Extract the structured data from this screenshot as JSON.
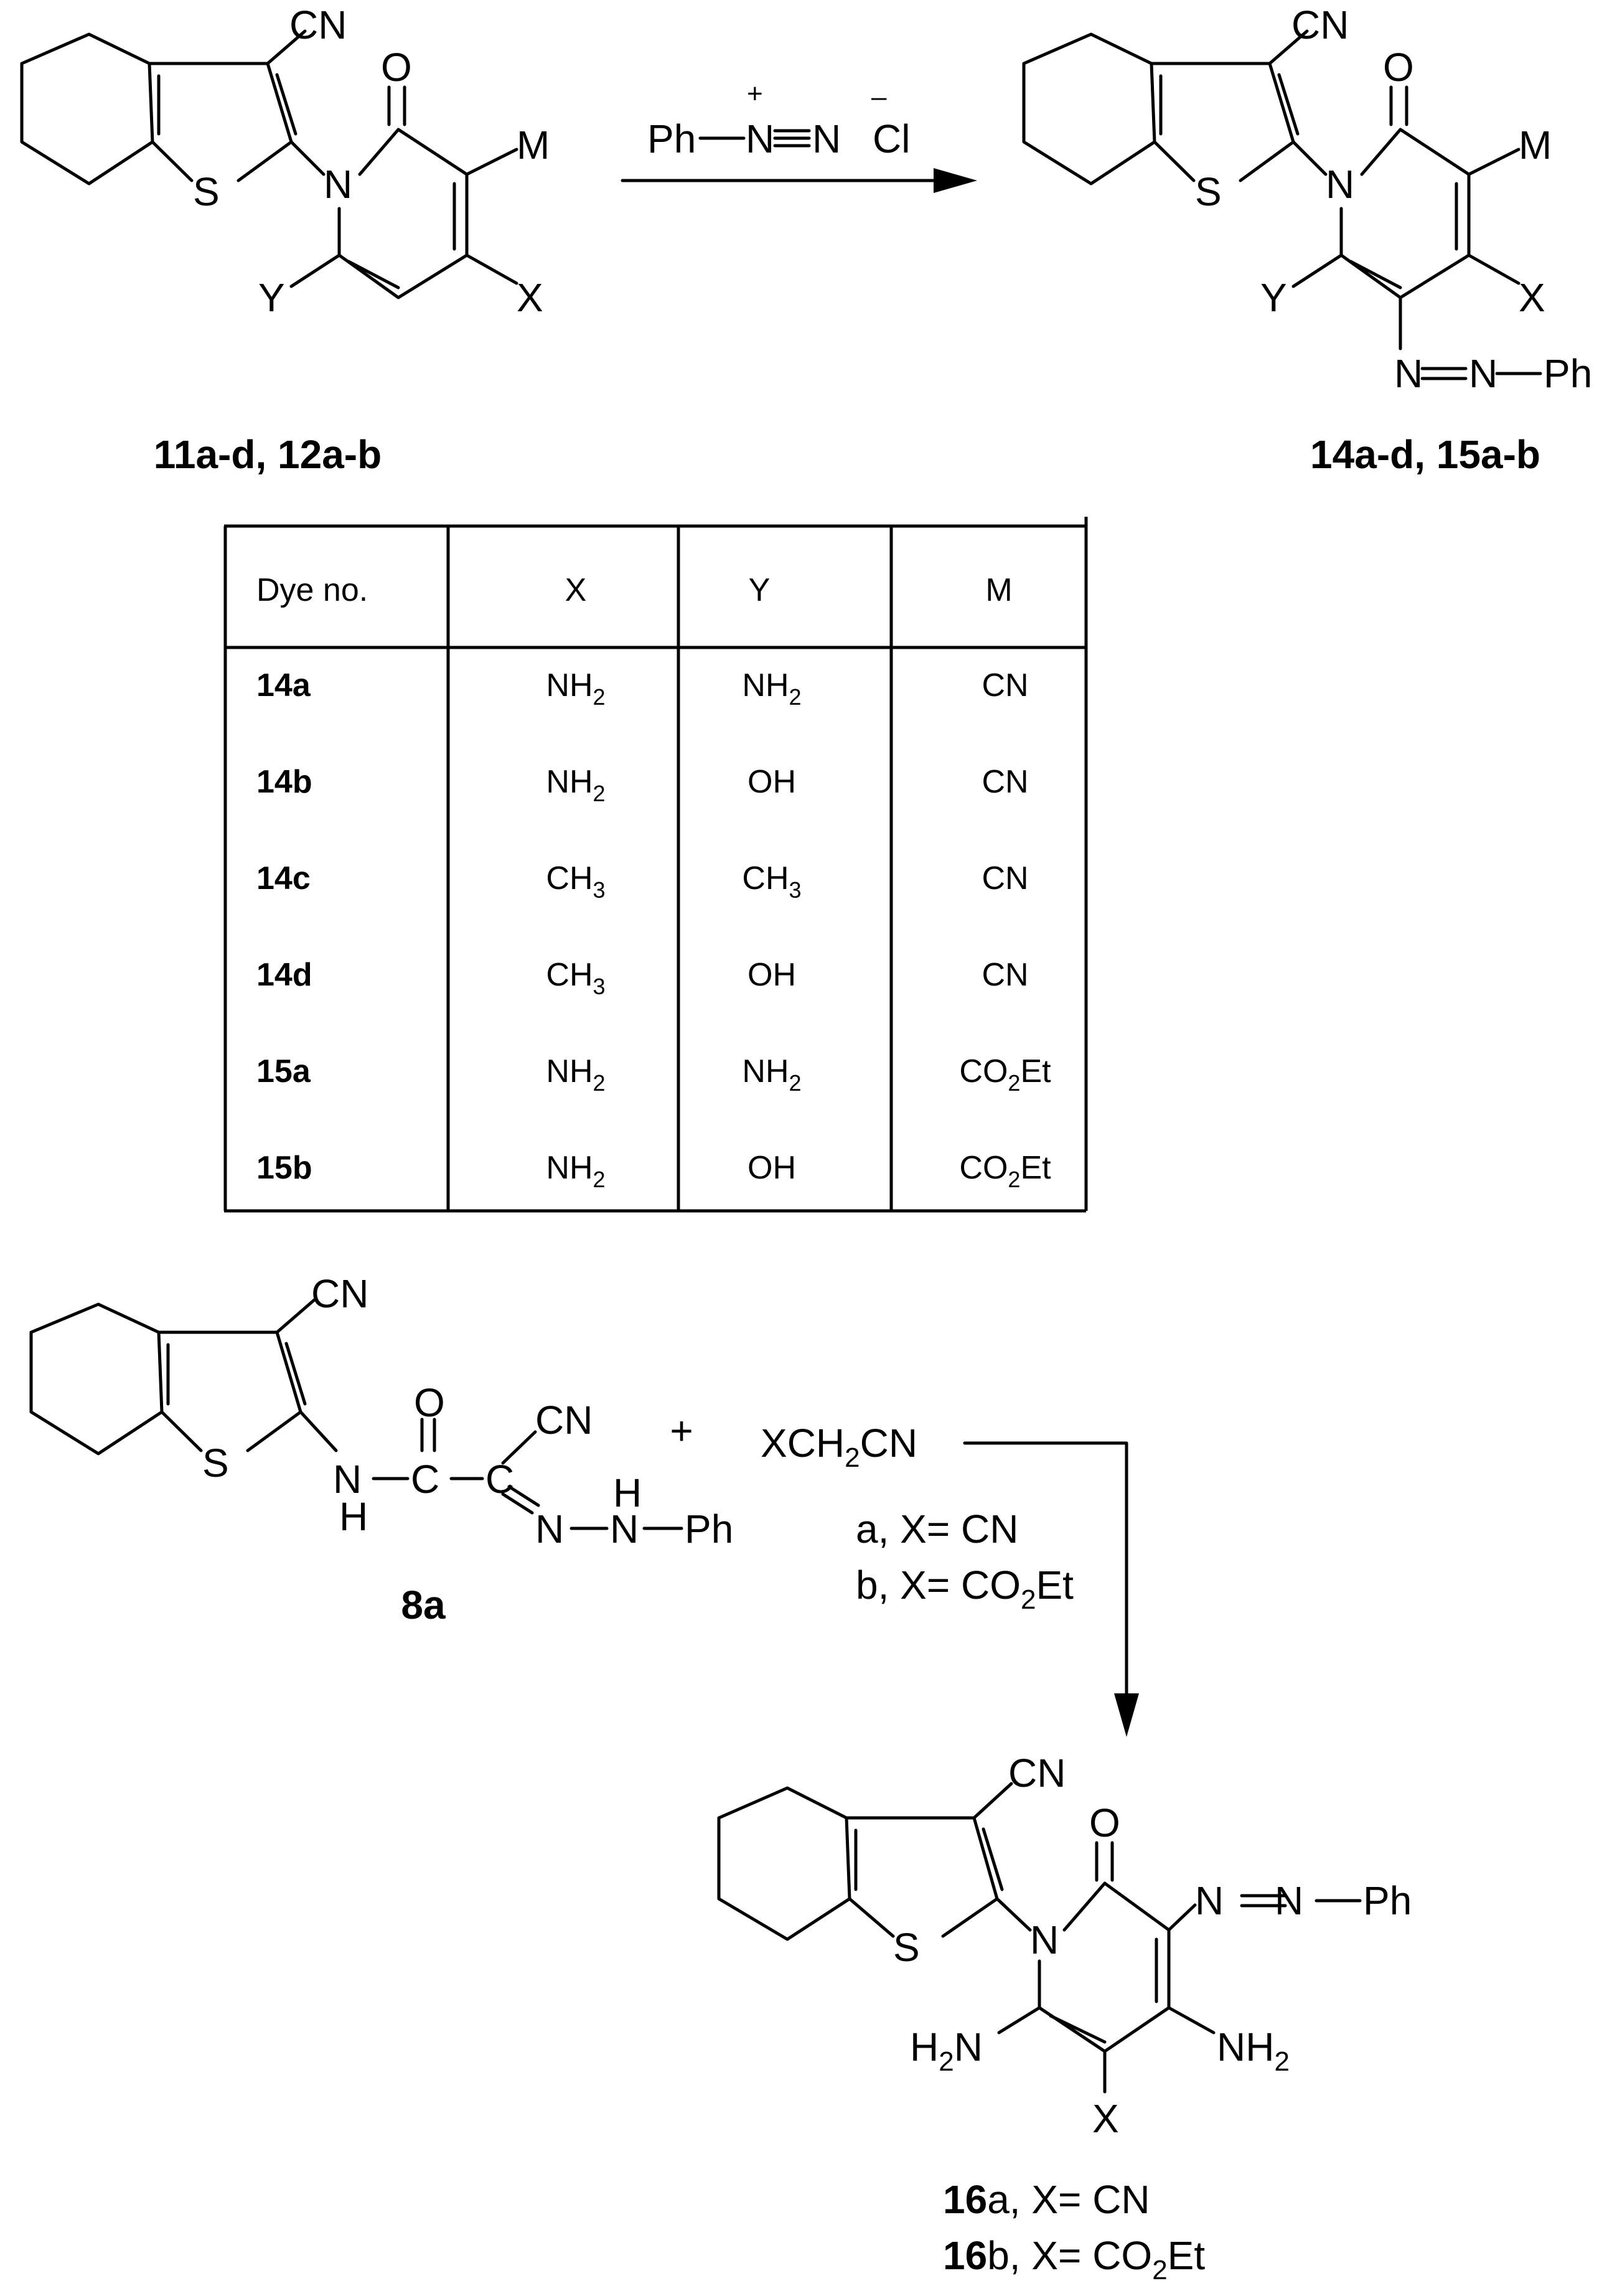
{
  "scheme1": {
    "reactant_label": "11a-d, 12a-b",
    "product_label": "14a-d, 15a-b",
    "reagent": {
      "left": "Ph",
      "plus": "+",
      "n1": "N",
      "n2": "N",
      "minus": "–",
      "anion": "Cl"
    }
  },
  "atoms": {
    "CN": "CN",
    "S": "S",
    "N": "N",
    "O": "O",
    "M": "M",
    "X": "X",
    "Y": "Y",
    "Ph": "Ph",
    "H": "H",
    "C": "C",
    "NH": "NH",
    "H2": "H",
    "NH2_N": "N",
    "sub2": "2"
  },
  "table": {
    "headers": [
      "Dye no.",
      "X",
      "Y",
      "M"
    ],
    "rows": [
      {
        "dye": "14a",
        "x": "NH",
        "xsub": "2",
        "y": "NH",
        "ysub": "2",
        "m": "CN",
        "msub": "",
        "mtail": ""
      },
      {
        "dye": "14b",
        "x": "NH",
        "xsub": "2",
        "y": "OH",
        "ysub": "",
        "m": "CN",
        "msub": "",
        "mtail": ""
      },
      {
        "dye": "14c",
        "x": "CH",
        "xsub": "3",
        "y": "CH",
        "ysub": "3",
        "m": "CN",
        "msub": "",
        "mtail": ""
      },
      {
        "dye": "14d",
        "x": "CH",
        "xsub": "3",
        "y": "OH",
        "ysub": "",
        "m": "CN",
        "msub": "",
        "mtail": ""
      },
      {
        "dye": "15a",
        "x": "NH",
        "xsub": "2",
        "y": "NH",
        "ysub": "2",
        "m": "CO",
        "msub": "2",
        "mtail": "Et"
      },
      {
        "dye": "15b",
        "x": "NH",
        "xsub": "2",
        "y": "OH",
        "ysub": "",
        "m": "CO",
        "msub": "2",
        "mtail": "Et"
      }
    ]
  },
  "scheme2": {
    "compound_label": "8a",
    "plus": "+",
    "reagent": {
      "a": "XCH",
      "sub": "2",
      "b": "CN"
    },
    "condition_a": "a, X= CN",
    "condition_b_pre": "b, X= CO",
    "condition_b_sub": "2",
    "condition_b_post": "Et",
    "product_a_bold": "16",
    "product_a_rest": "a, X= CN",
    "product_b_bold": "16",
    "product_b_rest": "b, X= CO",
    "product_b_sub": "2",
    "product_b_post": "Et"
  }
}
